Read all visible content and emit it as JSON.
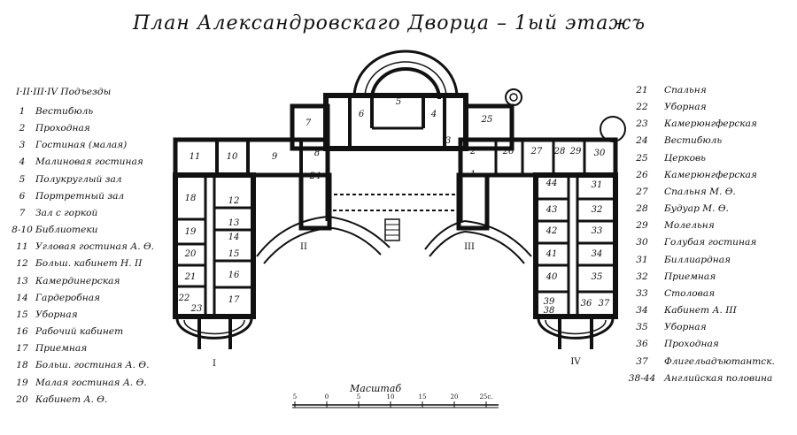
{
  "title": "План Александровскаго Дворца – 1ый этажъ",
  "entrances_heading": "I·II·III·IV Подъезды",
  "legend_left": [
    {
      "n": "1",
      "t": "Вестибюль"
    },
    {
      "n": "2",
      "t": "Проходная"
    },
    {
      "n": "3",
      "t": "Гостиная (малая)"
    },
    {
      "n": "4",
      "t": "Малиновая гостиная"
    },
    {
      "n": "5",
      "t": "Полукруглый зал"
    },
    {
      "n": "6",
      "t": "Портретный зал"
    },
    {
      "n": "7",
      "t": "Зал с горкой"
    },
    {
      "n": "8-10",
      "t": "Библиотеки"
    },
    {
      "n": "11",
      "t": "Угловая гостиная А. Ѳ."
    },
    {
      "n": "12",
      "t": "Больш. кабинет Н. II"
    },
    {
      "n": "13",
      "t": "Камердинерская"
    },
    {
      "n": "14",
      "t": "Гардеробная"
    },
    {
      "n": "15",
      "t": "Уборная"
    },
    {
      "n": "16",
      "t": "Рабочий кабинет"
    },
    {
      "n": "17",
      "t": "Приемная"
    },
    {
      "n": "18",
      "t": "Больш. гостиная А. Ѳ."
    },
    {
      "n": "19",
      "t": "Малая гостиная А. Ѳ."
    },
    {
      "n": "20",
      "t": "Кабинет А. Ѳ."
    }
  ],
  "legend_right": [
    {
      "n": "21",
      "t": "Спальня"
    },
    {
      "n": "22",
      "t": "Уборная"
    },
    {
      "n": "23",
      "t": "Камерюнгферская"
    },
    {
      "n": "24",
      "t": "Вестибюль"
    },
    {
      "n": "25",
      "t": "Церковь"
    },
    {
      "n": "26",
      "t": "Камерюнгферская"
    },
    {
      "n": "27",
      "t": "Спальня М. Ѳ."
    },
    {
      "n": "28",
      "t": "Будуар М. Ѳ."
    },
    {
      "n": "29",
      "t": "Молельня"
    },
    {
      "n": "30",
      "t": "Голубая гостиная"
    },
    {
      "n": "31",
      "t": "Биллиардная"
    },
    {
      "n": "32",
      "t": "Приемная"
    },
    {
      "n": "33",
      "t": "Столовая"
    },
    {
      "n": "34",
      "t": "Кабинет А. III"
    },
    {
      "n": "35",
      "t": "Уборная"
    },
    {
      "n": "36",
      "t": "Проходная"
    },
    {
      "n": "37",
      "t": "Флигельадъютантск."
    },
    {
      "n": "38-44",
      "t": "Английская половина"
    }
  ],
  "scale": {
    "title": "Масштаб",
    "ticks": [
      "5",
      "0",
      "5",
      "10",
      "15",
      "20",
      "25с."
    ]
  },
  "entrances": {
    "i": "I",
    "ii": "II",
    "iii": "III",
    "iv": "IV"
  },
  "rooms": {
    "r1": "1",
    "r2": "2",
    "r3": "3",
    "r4": "4",
    "r5": "5",
    "r6": "6",
    "r7": "7",
    "r8": "8",
    "r9": "9",
    "r10": "10",
    "r11": "11",
    "r12": "12",
    "r13": "13",
    "r14": "14",
    "r15": "15",
    "r16": "16",
    "r17": "17",
    "r18": "18",
    "r19": "19",
    "r20": "20",
    "r21": "21",
    "r22": "22",
    "r23": "23",
    "r24": "24",
    "r25": "25",
    "r26": "26",
    "r27": "27",
    "r28": "28",
    "r29": "29",
    "r30": "30",
    "r31": "31",
    "r32": "32",
    "r33": "33",
    "r34": "34",
    "r35": "35",
    "r36": "36",
    "r37": "37",
    "r38": "38",
    "r39": "39",
    "r40": "40",
    "r41": "41",
    "r42": "42",
    "r43": "43",
    "r44": "44"
  }
}
